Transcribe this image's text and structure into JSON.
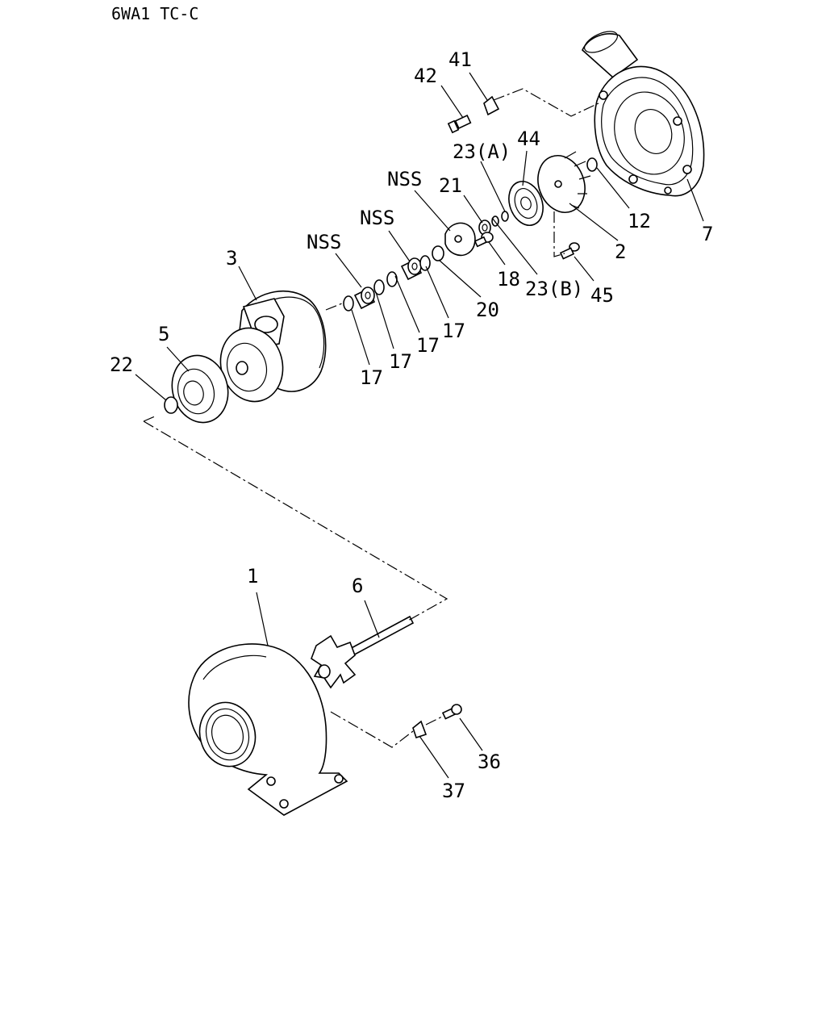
{
  "title": "6WA1 TC-C",
  "colors": {
    "line": "#000000",
    "background": "#ffffff"
  },
  "labels": {
    "p1": "1",
    "p2": "2",
    "p3": "3",
    "p5": "5",
    "p6": "6",
    "p7": "7",
    "p12": "12",
    "p17a": "17",
    "p17b": "17",
    "p17c": "17",
    "p17d": "17",
    "p18": "18",
    "p20": "20",
    "p21": "21",
    "p22": "22",
    "p23a": "23(A)",
    "p23b": "23(B)",
    "p36": "36",
    "p37": "37",
    "p41": "41",
    "p42": "42",
    "p44": "44",
    "p45": "45",
    "nss1": "NSS",
    "nss2": "NSS",
    "nss3": "NSS"
  }
}
